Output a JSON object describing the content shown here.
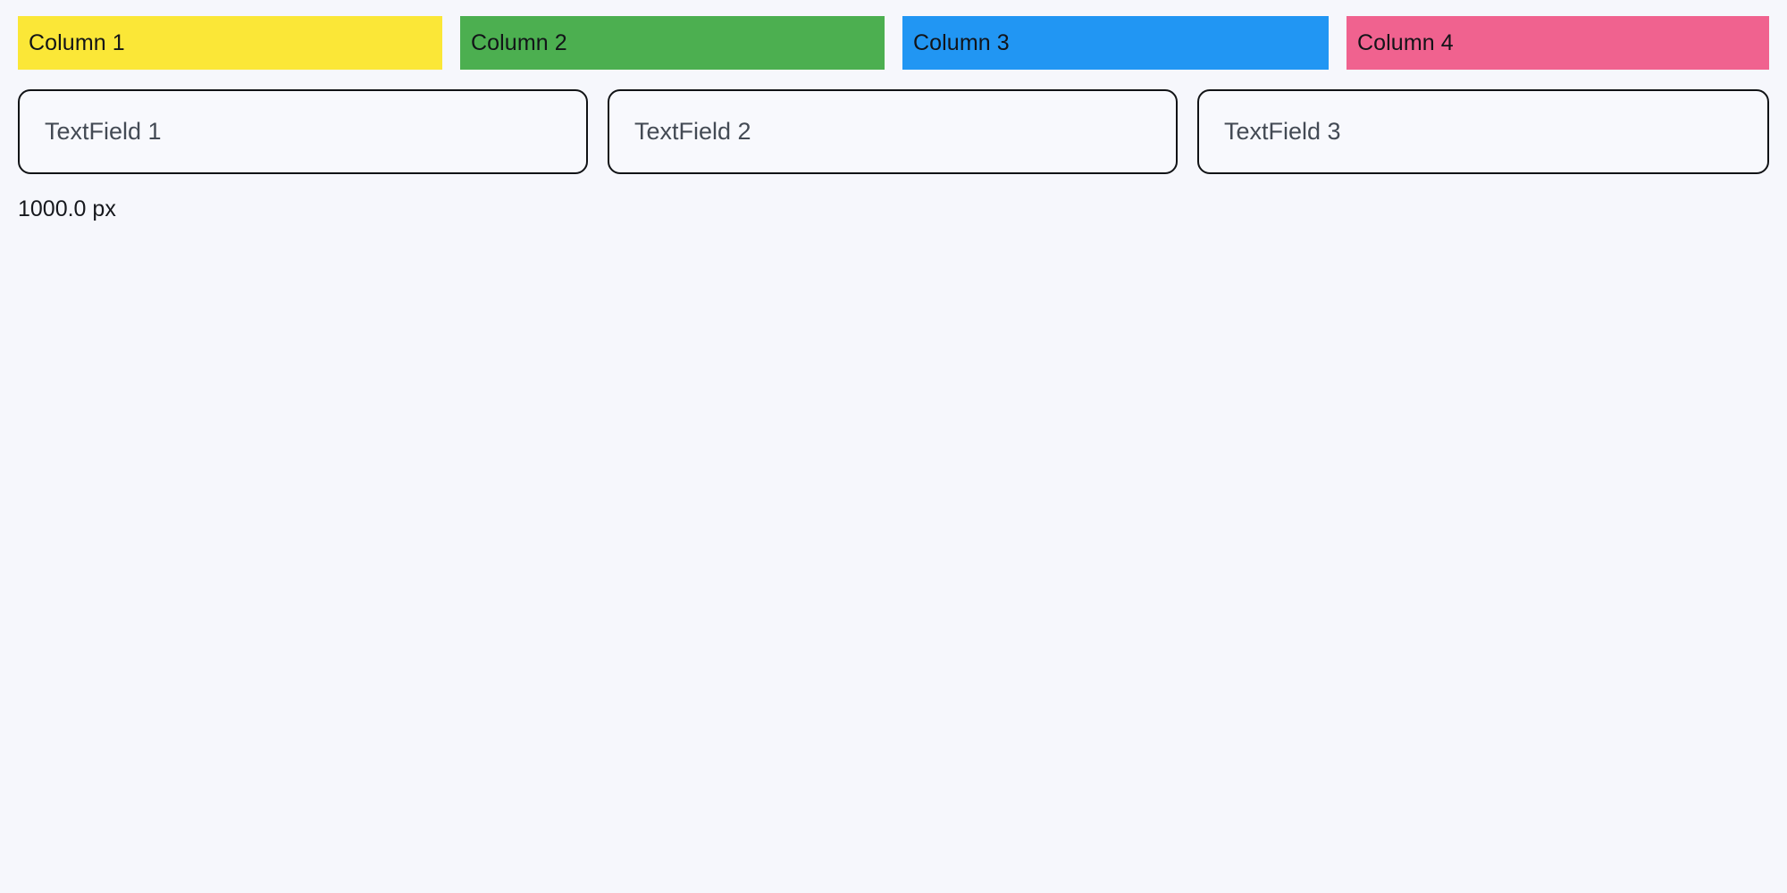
{
  "background_color": "#f6f7fc",
  "columns": {
    "items": [
      {
        "label": "Column 1",
        "color": "#fbe737"
      },
      {
        "label": "Column 2",
        "color": "#4caf50"
      },
      {
        "label": "Column 3",
        "color": "#2196f3"
      },
      {
        "label": "Column 4",
        "color": "#f0628f"
      }
    ]
  },
  "fields": {
    "items": [
      {
        "placeholder": "TextField 1",
        "value": ""
      },
      {
        "placeholder": "TextField 2",
        "value": ""
      },
      {
        "placeholder": "TextField 3",
        "value": ""
      }
    ],
    "border_color": "#111316",
    "placeholder_color": "#434a54"
  },
  "status": {
    "measurement": "1000.0 px"
  }
}
